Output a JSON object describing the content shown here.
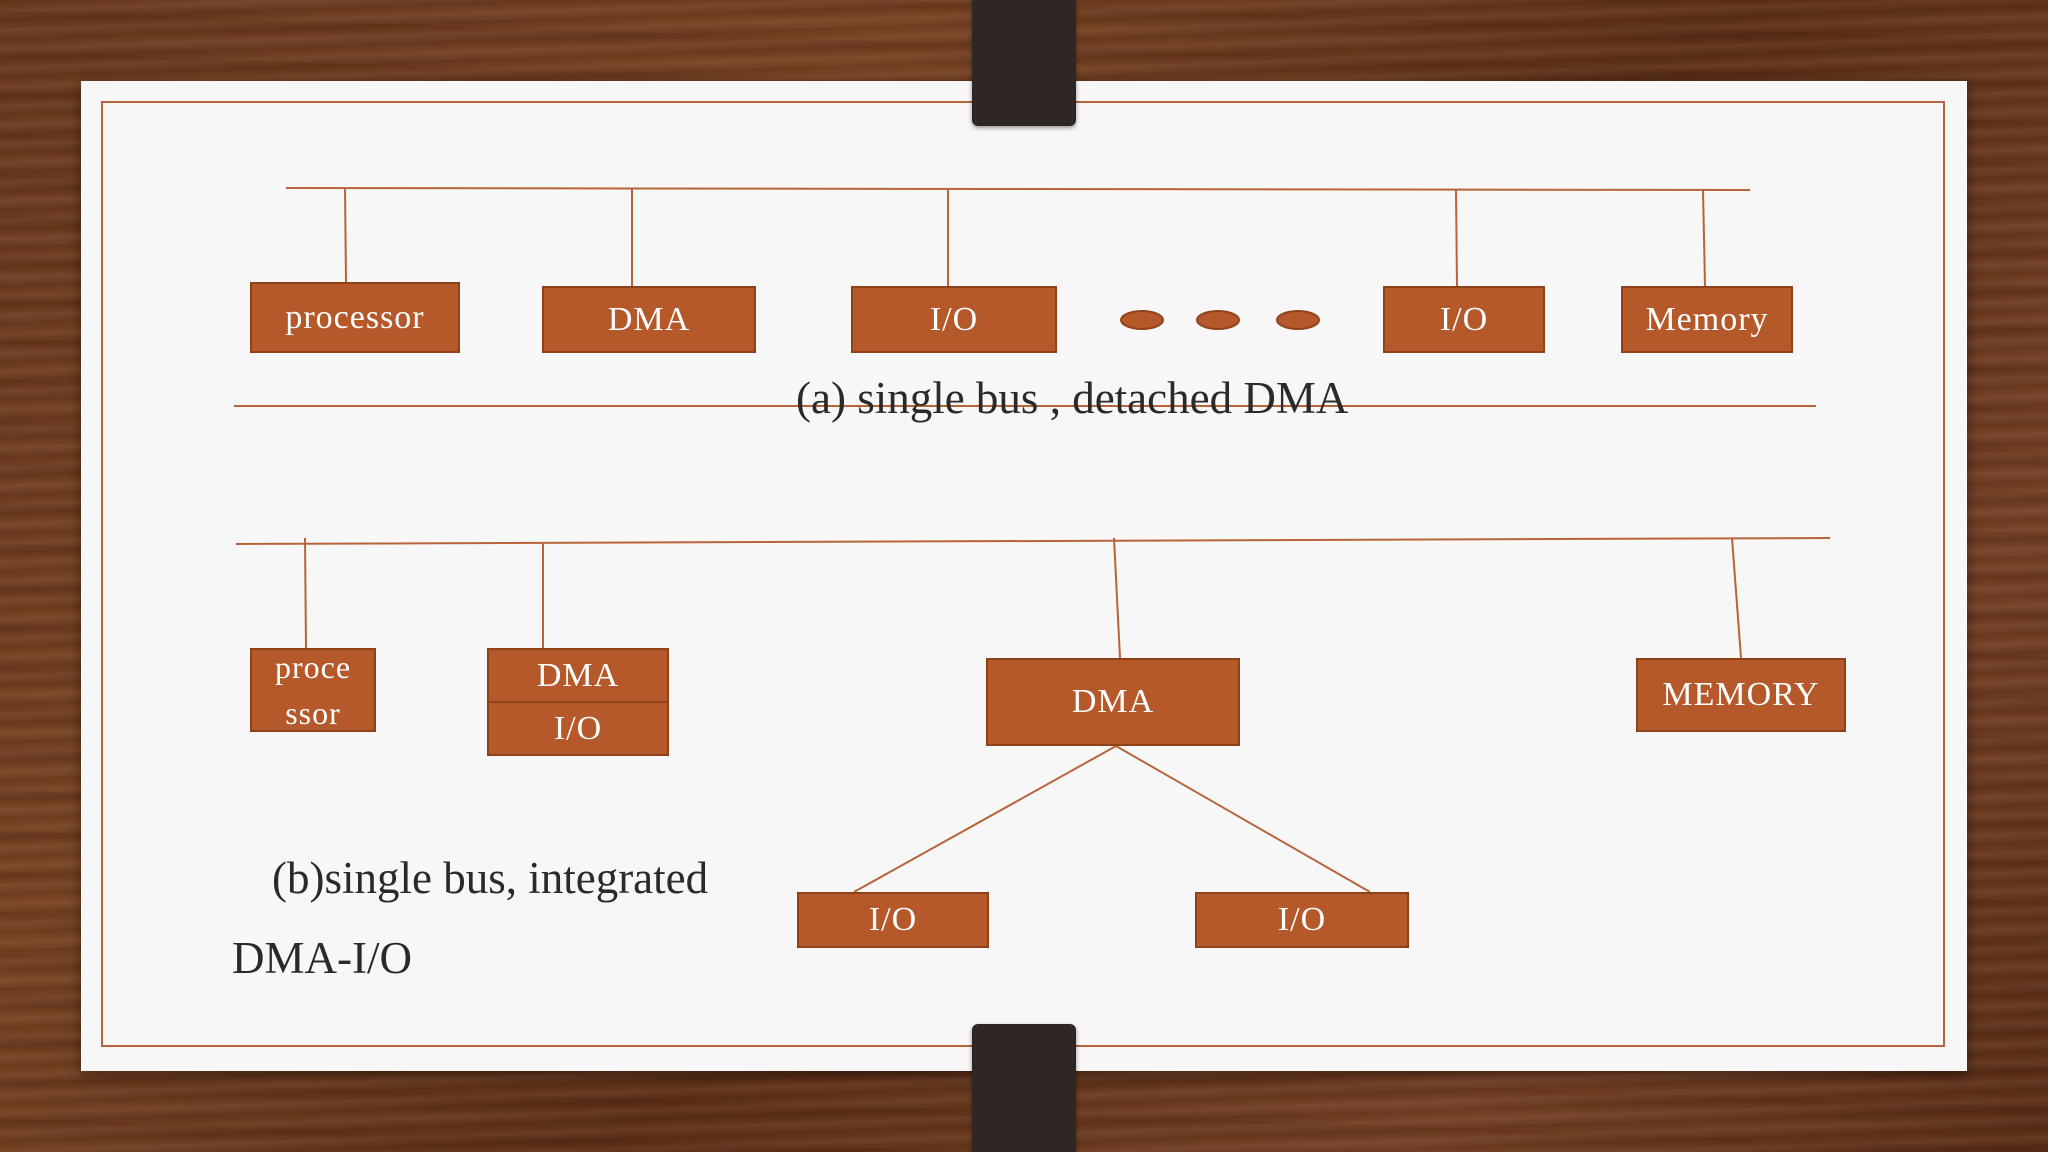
{
  "colors": {
    "box_fill": "#b5582a",
    "box_border": "#8f4118",
    "line": "#b7643a",
    "paper": "#f7f7f7"
  },
  "diagram_a": {
    "boxes": [
      "processor",
      "DMA",
      "I/O",
      "I/O",
      "Memory"
    ],
    "ellipsis_dots": 3,
    "caption": "(a) single bus , detached DMA"
  },
  "diagram_b": {
    "processor_lines": [
      "proce",
      "ssor"
    ],
    "integrated_top": "DMA",
    "integrated_bottom": "I/O",
    "dma": "DMA",
    "memory": "MEMORY",
    "io_left": "I/O",
    "io_right": "I/O",
    "caption_line1": "(b)single bus, integrated",
    "caption_line2": "DMA-I/O"
  }
}
